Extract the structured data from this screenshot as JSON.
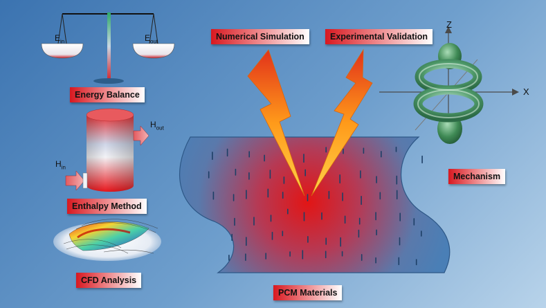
{
  "labels": {
    "energy_balance": "Energy Balance",
    "enthalpy_method": "Enthalpy Method",
    "cfd_analysis": "CFD Analysis",
    "numerical_simulation": "Numerical Simulation",
    "experimental_validation": "Experimental Validation",
    "mechanism": "Mechanism",
    "pcm_materials": "PCM Materials"
  },
  "scale": {
    "left_base": "E",
    "left_sub": "in",
    "right_base": "E",
    "right_sub": "out"
  },
  "enthalpy": {
    "in_base": "H",
    "in_sub": "in",
    "out_base": "H",
    "out_sub": "out"
  },
  "axes": {
    "z": "Z",
    "x": "X"
  },
  "colors": {
    "background_start": "#3b73b0",
    "background_end": "#b8d3ea",
    "label_red": "#d81820",
    "pcm_blue": "#4a7fb6",
    "hot_red": "#e21e1e",
    "bolt_orange": "#ff9a1a",
    "torus_green": "#4f9a6a"
  }
}
